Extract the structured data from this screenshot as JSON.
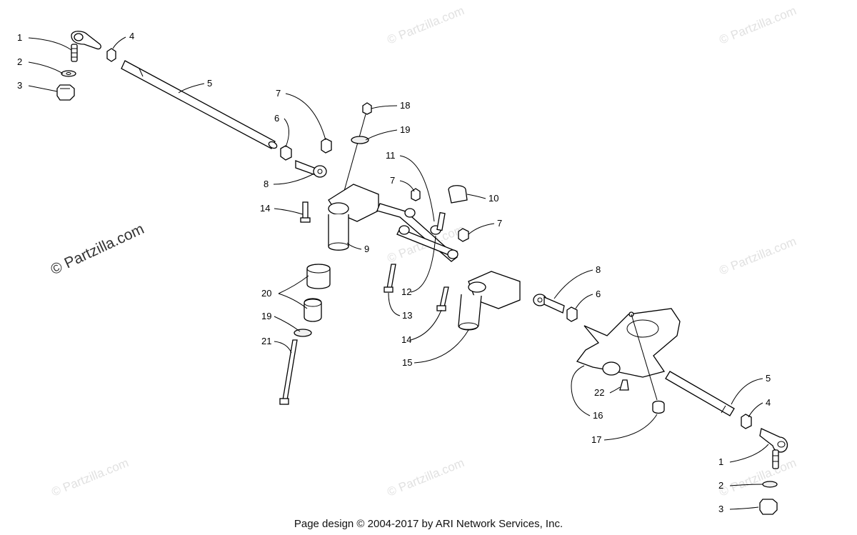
{
  "watermark": "© Partzilla.com",
  "footer": "Page design © 2004-2017 by ARI Network Services, Inc.",
  "callouts": {
    "c1a": "1",
    "c2a": "2",
    "c3a": "3",
    "c4a": "4",
    "c5a": "5",
    "c7a": "7",
    "c6a": "6",
    "c8a": "8",
    "c18": "18",
    "c19a": "19",
    "c11": "11",
    "c7b": "7",
    "c10": "10",
    "c14a": "14",
    "c7c": "7",
    "c9": "9",
    "c8b": "8",
    "c20": "20",
    "c12": "12",
    "c6b": "6",
    "c13": "13",
    "c19b": "19",
    "c14b": "14",
    "c21": "21",
    "c15": "15",
    "c22": "22",
    "c5b": "5",
    "c4b": "4",
    "c16": "16",
    "c17": "17",
    "c1b": "1",
    "c2b": "2",
    "c3b": "3"
  }
}
